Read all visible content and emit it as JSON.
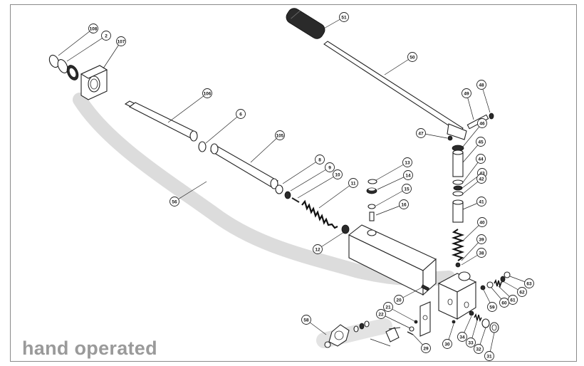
{
  "caption": "hand operated",
  "callouts": [
    "108",
    "2",
    "107",
    "106",
    "6",
    "105",
    "8",
    "9",
    "10",
    "11",
    "12",
    "56",
    "13",
    "14",
    "15",
    "16",
    "51",
    "50",
    "49",
    "48",
    "47",
    "46",
    "45",
    "44",
    "43",
    "42",
    "41",
    "40",
    "39",
    "38",
    "63",
    "62",
    "61",
    "60",
    "59",
    "58",
    "20",
    "21",
    "22",
    "29",
    "30",
    "34",
    "33",
    "32",
    "31"
  ]
}
